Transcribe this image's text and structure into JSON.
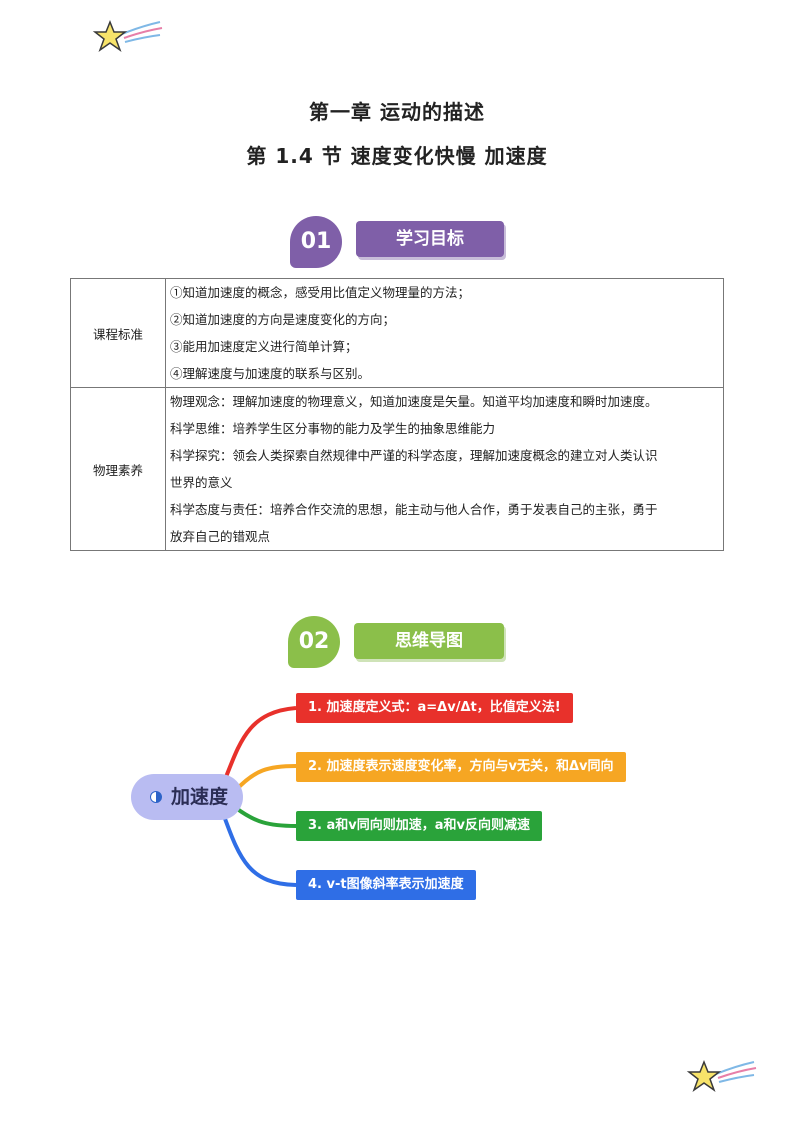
{
  "header": {
    "chapter_title": "第一章 运动的描述",
    "section_title": "第 1.4 节 速度变化快慢 加速度"
  },
  "section1": {
    "number": "01",
    "title": "学习目标",
    "color": "#7f5fa8"
  },
  "objectives_table": {
    "rows": [
      {
        "label": "课程标准",
        "lines": [
          "①知道加速度的概念，感受用比值定义物理量的方法；",
          "②知道加速度的方向是速度变化的方向；",
          "③能用加速度定义进行简单计算；",
          "④理解速度与加速度的联系与区别。"
        ]
      },
      {
        "label": "物理素养",
        "lines": [
          "物理观念：理解加速度的物理意义，知道加速度是矢量。知道平均加速度和瞬时加速度。",
          "科学思维：培养学生区分事物的能力及学生的抽象思维能力",
          "科学探究：领会人类探索自然规律中严谨的科学态度，理解加速度概念的建立对人类认识",
          "世界的意义",
          "科学态度与责任：培养合作交流的思想，能主动与他人合作，勇于发表自己的主张，勇于",
          "放弃自己的错观点"
        ]
      }
    ]
  },
  "section2": {
    "number": "02",
    "title": "思维导图",
    "color": "#8bbf4a"
  },
  "mindmap": {
    "root": "加速度",
    "branches": [
      {
        "text": "1. 加速度定义式：a=Δv/Δt，比值定义法!",
        "color": "#e8312b"
      },
      {
        "text": "2. 加速度表示速度变化率，方向与v无关，和Δv同向",
        "color": "#f6a623"
      },
      {
        "text": "3. a和v同向则加速，a和v反向则减速",
        "color": "#2aa33a"
      },
      {
        "text": "4. v-t图像斜率表示加速度",
        "color": "#2f6ee6"
      }
    ]
  },
  "decor": {
    "star_icon": "shooting-star-icon"
  }
}
